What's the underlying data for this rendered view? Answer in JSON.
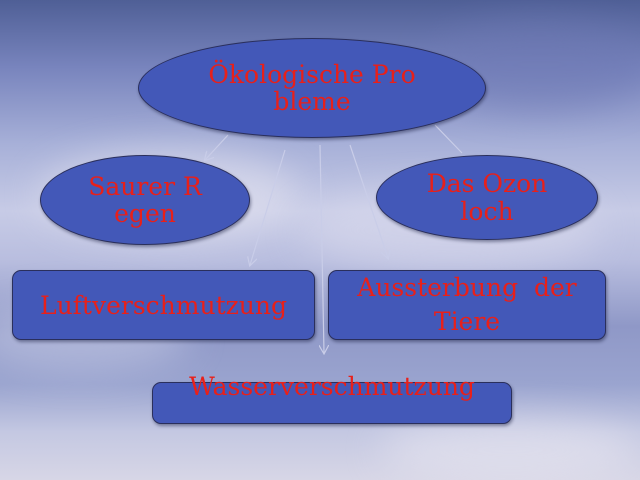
{
  "nodes": {
    "root": "Ökologische Probleme",
    "saurer_regen": "Saurer Regen",
    "ozonloch": "Das Ozonloch",
    "luftverschmutzung": "Luftverschmutzung",
    "aussterbung": "Aussterbung  der  Tiere",
    "wasserverschmutzung": "Wasserverschmutzung"
  },
  "colors": {
    "shape_fill": "#4358b8",
    "text": "#e8201a",
    "connector": "#c9cde8"
  }
}
